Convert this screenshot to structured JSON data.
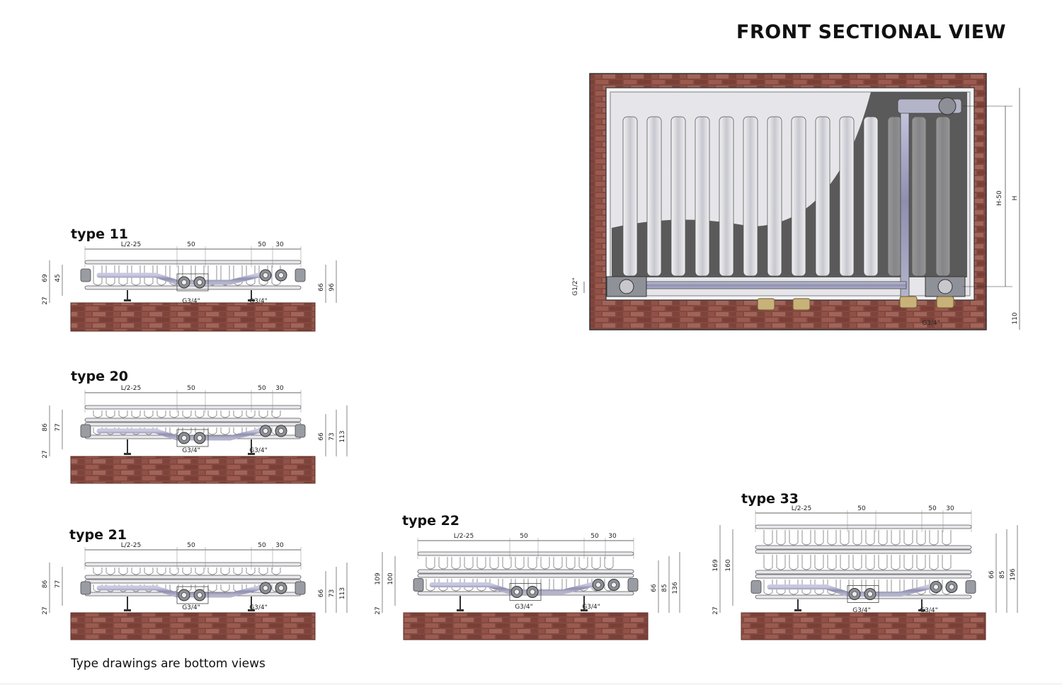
{
  "front_view": {
    "title": "FRONT SECTIONAL VIEW",
    "dims": {
      "h_minus_50": "H-50",
      "h": "H",
      "g_half": "G1/2\"",
      "g_34": "G3/4\"",
      "floor": "110"
    }
  },
  "footnote": "Type drawings are bottom views",
  "colors": {
    "brick": "#8a4e44",
    "brick_dark": "#6e3b33",
    "panel": "#d6d6dc",
    "pipe": "#9a9ab8",
    "fitting": "#8d8f96",
    "brass": "#c9b27a"
  },
  "types": [
    {
      "label": "type 11",
      "top": {
        "l": "L/2-25",
        "a": "50",
        "b": "50",
        "c": "30"
      },
      "g1": "G3/4\"",
      "g2": "G3/4\"",
      "left": [
        "69",
        "45",
        "27"
      ],
      "right": [
        "66",
        "96"
      ]
    },
    {
      "label": "type 20",
      "top": {
        "l": "L/2-25",
        "a": "50",
        "b": "50",
        "c": "30"
      },
      "g1": "G3/4\"",
      "g2": "G3/4\"",
      "left": [
        "86",
        "77",
        "27"
      ],
      "right": [
        "66",
        "73",
        "113"
      ]
    },
    {
      "label": "type 21",
      "top": {
        "l": "L/2-25",
        "a": "50",
        "b": "50",
        "c": "30"
      },
      "g1": "G3/4\"",
      "g2": "G3/4\"",
      "left": [
        "86",
        "77",
        "27"
      ],
      "right": [
        "66",
        "73",
        "113"
      ]
    },
    {
      "label": "type 22",
      "top": {
        "l": "L/2-25",
        "a": "50",
        "b": "50",
        "c": "30"
      },
      "g1": "G3/4\"",
      "g2": "G3/4\"",
      "left": [
        "109",
        "100",
        "27"
      ],
      "right": [
        "66",
        "85",
        "136"
      ]
    },
    {
      "label": "type 33",
      "top": {
        "l": "L/2-25",
        "a": "50",
        "b": "50",
        "c": "30"
      },
      "g1": "G3/4\"",
      "g2": "G3/4\"",
      "left": [
        "169",
        "160",
        "27"
      ],
      "right": [
        "66",
        "85",
        "196"
      ]
    }
  ]
}
